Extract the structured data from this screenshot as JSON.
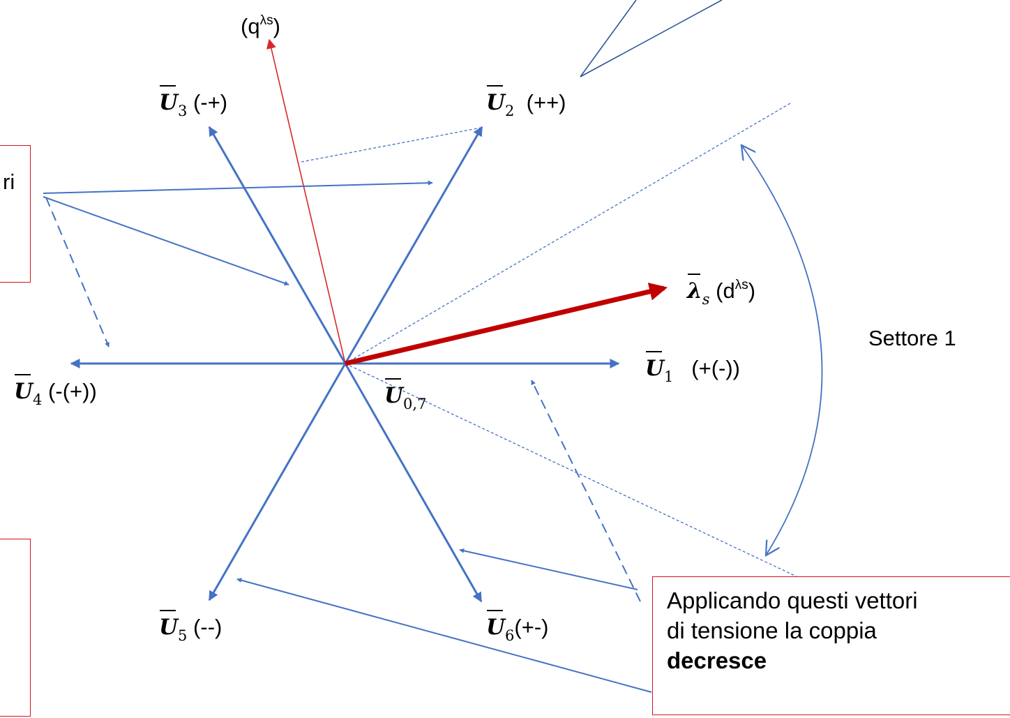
{
  "labels": {
    "q_axis": "(q",
    "q_sup": "λs",
    "q_close": ")",
    "u1_sym": "U",
    "u1_sub": "1",
    "u1_sign": "(+(-))",
    "u2_sym": "U",
    "u2_sub": "2",
    "u2_sign": "(++)",
    "u3_sym": "U",
    "u3_sub": "3",
    "u3_sign": "(-+)",
    "u4_sym": "U",
    "u4_sub": "4",
    "u4_sign": "(-(+))",
    "u5_sym": "U",
    "u5_sub": "5",
    "u5_sign": "(--)",
    "u6_sym": "U",
    "u6_sub": "6",
    "u6_sign": "(+-)",
    "u07_sym": "U",
    "u07_sub": "0,7",
    "lambda_sym": "λ",
    "lambda_sub": "s",
    "d_axis": "(d",
    "d_sup": "λs",
    "d_close": ")",
    "sector": "Settore   1"
  },
  "left_box_partial": "ri",
  "right_box": {
    "line1": "Applicando questi vettori",
    "line2": "di tensione  la coppia",
    "line3": "decresce"
  },
  "colors": {
    "vector_blue": "#4472c4",
    "flux_red": "#c00000",
    "q_axis_red": "#d9262b",
    "box_border": "#d2141a",
    "dotted_line": "#4472c4",
    "callout_line": "#2f5597"
  }
}
